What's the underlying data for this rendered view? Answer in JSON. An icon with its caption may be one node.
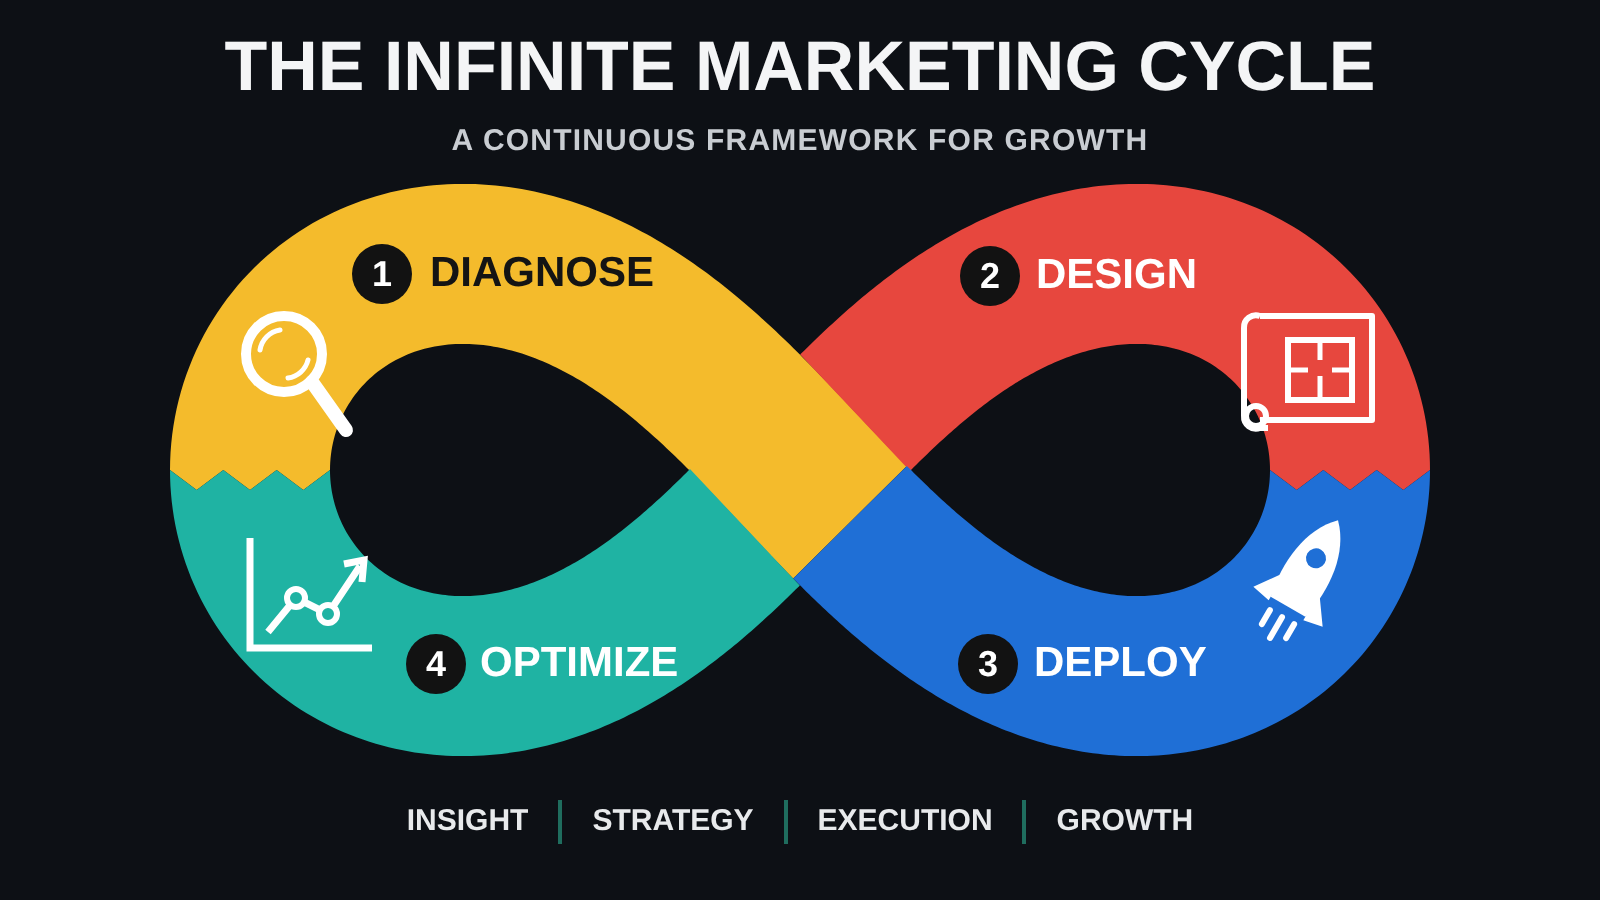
{
  "diagram": {
    "title": "THE INFINITE MARKETING CYCLE",
    "nodes": [
      {
        "text": [
          "1",
          "DIAGNOSE"
        ]
      },
      {
        "text": [
          "2",
          "DESIGN"
        ]
      },
      {
        "text": [
          "3",
          "DEPLOY"
        ]
      },
      {
        "text": [
          "4",
          "OPTIMIZE"
        ]
      }
    ],
    "labels": [
      "A CONTINUOUS FRAMEWORK FOR GROWTH",
      "INSIGHT",
      "STRATEGY",
      "EXECUTION",
      "GROWTH"
    ]
  }
}
